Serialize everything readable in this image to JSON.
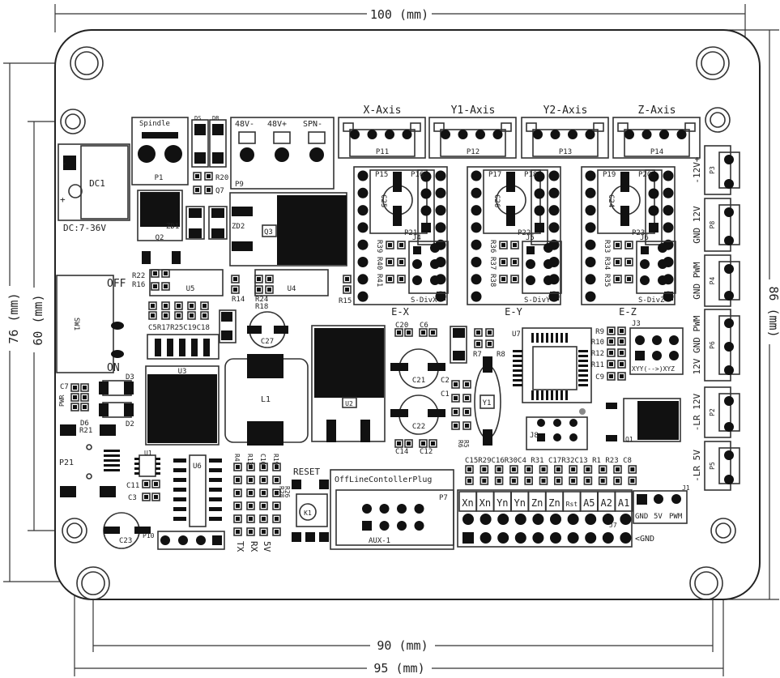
{
  "dimensions": {
    "width_outer": "100 (mm)",
    "height_outer": "86 (mm)",
    "height_holes_outer": "76 (mm)",
    "height_holes_inner": "60 (mm)",
    "width_holes_inner": "90 (mm)",
    "width_holes_outer": "95 (mm)"
  },
  "colors": {
    "ink": "#111111",
    "outline": "#333333",
    "board": "#ffffff"
  },
  "labels": {
    "x_axis": "X-Axis",
    "y1_axis": "Y1-Axis",
    "y2_axis": "Y2-Axis",
    "z_axis": "Z-Axis",
    "p11": "P11",
    "p12": "P12",
    "p13": "P13",
    "p14": "P14",
    "dc1": "DC1",
    "dc_range": "DC:7-36V",
    "dc_minus": "-",
    "dc_plus": "+",
    "spindle": "Spindle",
    "p1": "P1",
    "ds": "DS",
    "dr": "DR",
    "r20": "R20",
    "q7": "Q7",
    "v48_minus": "48V-",
    "v48_plus": "48V+",
    "spn_minus": "SPN-",
    "p9": "P9",
    "zd1": "ZD1",
    "zd2": "ZD2",
    "q2": "Q2",
    "q3": "Q3",
    "off": "OFF",
    "on": "ON",
    "sw1": "SW1",
    "r22": "R22",
    "r16": "R16",
    "u5": "U5",
    "r14": "R14",
    "r24": "R24",
    "r18": "R18",
    "u4": "U4",
    "r15": "R15",
    "p15": "P15",
    "p16": "P16",
    "c25": "C25",
    "p21": "P21",
    "j4": "J4",
    "r39": "R39",
    "r40": "R40",
    "r41": "R41",
    "sdivx": "S-DivX",
    "ex": "E-X",
    "p17": "P17",
    "p18": "P18",
    "c26": "C26",
    "p22": "P22",
    "j5": "J5",
    "r36": "R36",
    "r37": "R37",
    "r38": "R38",
    "sdivy": "S-DivY",
    "ey": "E-Y",
    "p19": "P19",
    "p20": "P20",
    "c24": "C24",
    "p23": "P23",
    "j6": "J6",
    "r33": "R33",
    "r34": "R34",
    "r35": "R35",
    "sdivz": "S-DivZ",
    "ez": "E-Z",
    "p3_lbl": "-12V+",
    "p3": "P3",
    "p8_lbl": "GND 12V",
    "p8": "P8",
    "p4_lbl": "GND PWM",
    "p4": "P4",
    "p6_lbl": "12V GND PWM",
    "p6": "P6",
    "p2_lbl": "-LR 12V",
    "p2": "P2",
    "p5_lbl": "-LR 5V",
    "p5": "P5",
    "c5row": "C5R17R25C19C18",
    "c27": "C27",
    "u3": "U3",
    "l1": "L1",
    "u2": "U2",
    "c20": "C20",
    "c6": "C6",
    "c21": "C21",
    "c22": "C22",
    "c14": "C14",
    "c12": "C12",
    "c2": "C2",
    "c1": "C1",
    "r7": "R7",
    "r8": "R8",
    "y1": "Y1",
    "u7": "U7",
    "r9": "R9",
    "r10": "R10",
    "r12": "R12",
    "r11": "R11",
    "c9": "C9",
    "j3": "J3",
    "j3_lbl": "XYY(-->)XYZ",
    "j8": "J8",
    "q1": "Q1",
    "r5": "R5",
    "r6": "R6",
    "c7": "C7",
    "pwr": "PWR",
    "d3": "D3",
    "d2": "D2",
    "d6": "D6",
    "r21": "R21",
    "p21b": "P21",
    "u1": "U1",
    "c11": "C11",
    "c3": "C3",
    "u6": "U6",
    "c23": "C23",
    "p10": "P10",
    "r4": "R4",
    "r13": "R13",
    "c10": "C10",
    "r19": "R19",
    "r28": "R28",
    "r26": "R26",
    "tx": "TX",
    "rx": "RX",
    "v5": "5V",
    "reset": "RESET",
    "k1": "K1",
    "offline": "OffLineContollerPlug",
    "p7": "P7",
    "aux1": "AUX-1",
    "pad_row": "C15R29C16R30C4 R31 C17R32C13 R1 R23 C8",
    "j7": "J7",
    "gnd_arrow": "<GND",
    "j1": "J1",
    "j1_gnd": "GND",
    "j1_5v": "5V",
    "j1_pwm": "PWM"
  },
  "header_pins": [
    "Xn",
    "Xn",
    "Yn",
    "Yn",
    "Zn",
    "Zn",
    "Rst",
    "A5",
    "A2",
    "A1"
  ]
}
